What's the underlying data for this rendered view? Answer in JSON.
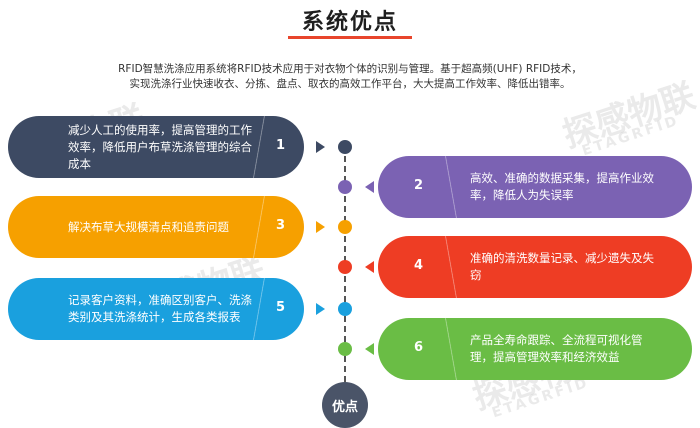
{
  "title": "系统优点",
  "intro": {
    "line1": "RFID智慧洗涤应用系统将RFID技术应用于对衣物个体的识别与管理。基于超高频(UHF) RFID技术，",
    "line2": "实现洗涤行业快速收衣、分拣、盘点、取衣的高效工作平台，大大提高工作效率、降低出错率。"
  },
  "watermark": {
    "brand": "探感物联",
    "sub": "ETAGRFID"
  },
  "hub_label": "优点",
  "colors": {
    "card1": "#3d4a63",
    "card2": "#7b62b3",
    "card3": "#f6a000",
    "card4": "#ee3d24",
    "card5": "#1aa0de",
    "card6": "#6abd45",
    "spine": "#555555",
    "hub": "#4a5468"
  },
  "advantages": [
    {
      "number": "1",
      "text": "减少人工的使用率，提高管理的工作效率，降低用户布草洗涤管理的综合成本"
    },
    {
      "number": "2",
      "text": "高效、准确的数据采集，提高作业效率，降低人为失误率"
    },
    {
      "number": "3",
      "text": "解决布草大规模清点和追责问题"
    },
    {
      "number": "4",
      "text": "准确的清洗数量记录、减少遗失及失窃"
    },
    {
      "number": "5",
      "text": "记录客户资料，准确区别客户、洗涤类别及其洗涤统计，生成各类报表"
    },
    {
      "number": "6",
      "text": "产品全寿命跟踪、全流程可视化管理，提高管理效率和经济效益"
    }
  ]
}
